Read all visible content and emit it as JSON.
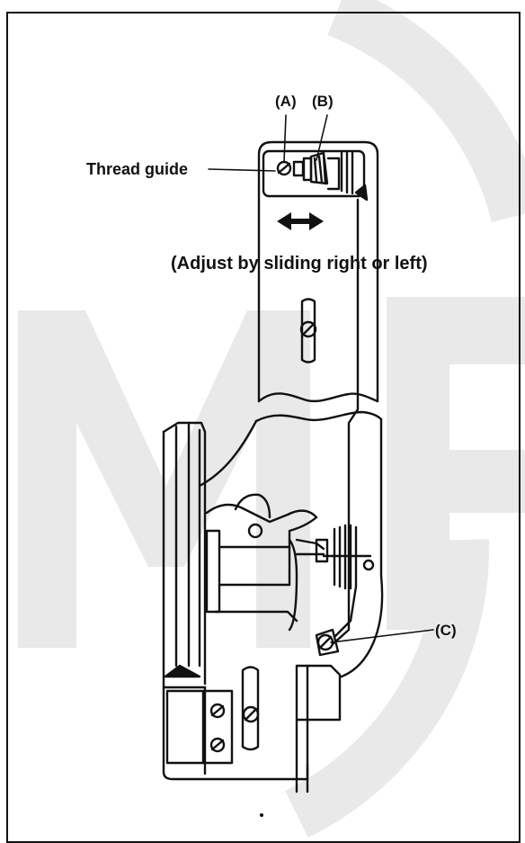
{
  "labels": {
    "a": "(A)",
    "b": "(B)",
    "thread_guide": "Thread guide",
    "adjust": "(Adjust by sliding right or left)",
    "c": "(C)"
  },
  "watermark": {
    "text": "",
    "color": "#e9e9e9"
  },
  "colors": {
    "ink": "#111111",
    "background": "#ffffff"
  }
}
